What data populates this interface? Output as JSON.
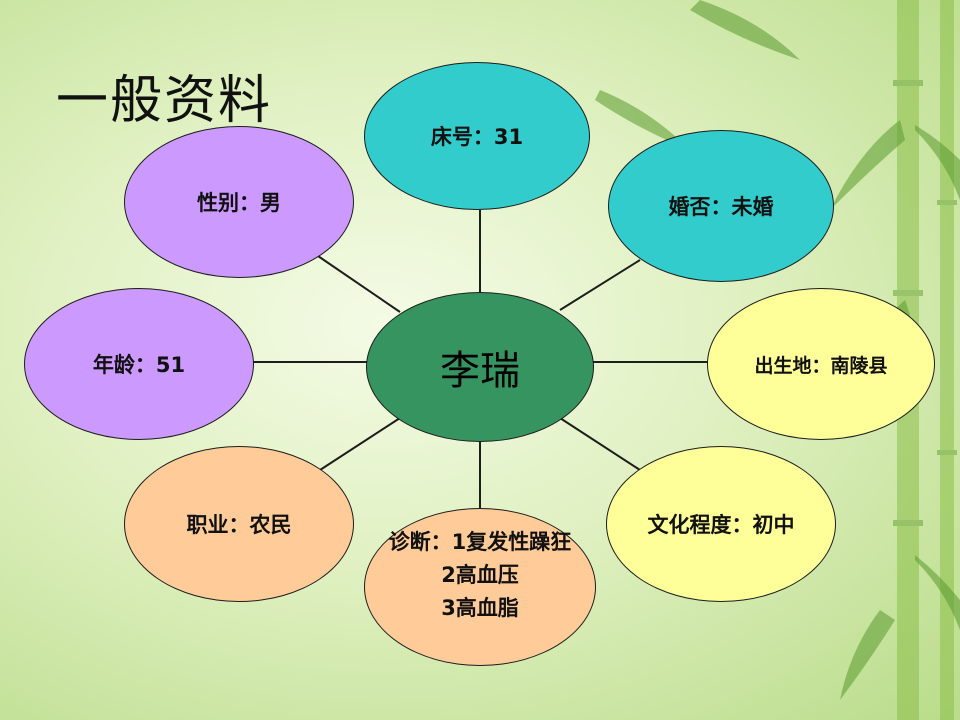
{
  "title": "一般资料",
  "center": {
    "name": "李瑞",
    "color": "#35945f"
  },
  "nodes": {
    "bed": "床号：31",
    "marital": "婚否：未婚",
    "birthplace": "出生地：南陵县",
    "education": "文化程度：初中",
    "occupation": "职业：农民",
    "age": "年龄：51",
    "sex": "性别：男"
  },
  "diagnosis": {
    "line1": "诊断：1复发性躁狂",
    "line2": "2高血压",
    "line3": "3高血脂"
  },
  "colors": {
    "teal": "#33cccc",
    "purple": "#cc99ff",
    "yellow": "#ffff99",
    "peach": "#ffcc99"
  }
}
